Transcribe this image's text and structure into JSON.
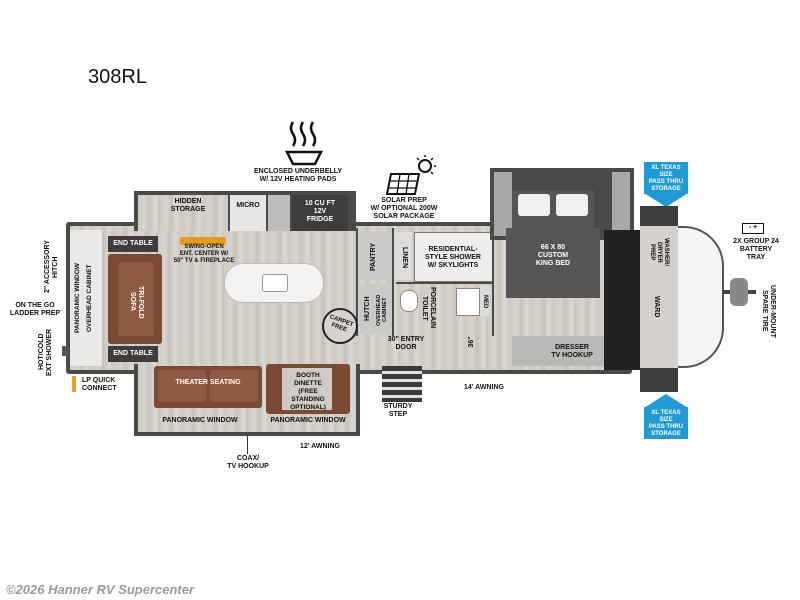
{
  "title": "308RL",
  "copyright": "©2026 Hanner RV Supercenter",
  "features": {
    "underbelly": "ENCLOSED UNDERBELLY\nW/ 12V HEATING PADS",
    "solar": "SOLAR PREP\nW/ OPTIONAL 200W\nSOLAR PACKAGE"
  },
  "rooms": {
    "hidden_storage": "HIDDEN\nSTORAGE",
    "micro": "MICRO",
    "fridge": "10 CU FT\n12V\nFRIDGE",
    "end_table_top": "END TABLE",
    "end_table_bottom": "END TABLE",
    "entertainment": "SWING-OPEN\nENT. CENTER W/\n50\" TV & FIREPLACE",
    "sofa": "TRI-FOLD\nSOFA",
    "panoramic_window_left": "PANORAMIC WINDOW",
    "overhead_cabinet_left": "OVERHEAD CABINET",
    "theater_seating": "THEATER SEATING",
    "booth_dinette": "BOOTH\nDINETTE\n(FREE\nSTANDING\nOPTIONAL)",
    "panoramic_window_bottom_1": "PANORAMIC WINDOW",
    "panoramic_window_bottom_2": "PANORAMIC WINDOW",
    "pantry": "PANTRY",
    "hutch": "HUTCH",
    "overhead_cabinet_mid": "OVERHEAD\nCABINET",
    "carpet_free": "CARPET\nFREE",
    "linen": "LINEN",
    "shower": "RESIDENTIAL-\nSTYLE SHOWER\nW/ SKYLIGHTS",
    "porcelain_toilet": "PORCELAIN\nTOILET",
    "med": "MED",
    "entry_door": "30\" ENTRY\nDOOR",
    "entry_36": "36\"",
    "sturdy_step": "STURDY\nSTEP",
    "bed": "66 X 80\nCUSTOM\nKING BED",
    "dresser": "DRESSER\nTV HOOKUP",
    "washer_dryer": "WASHER/\nDRYER\nPREP",
    "ward": "WARD"
  },
  "exterior": {
    "accessory_hitch": "2\" ACCESSORY\nHITCH",
    "ladder_prep": "ON THE GO\nLADDER PREP",
    "ext_shower": "HOT/COLD\nEXT SHOWER",
    "lp_connect": "LP QUICK\nCONNECT",
    "coax": "COAX/\nTV HOOKUP",
    "awning_12": "12' AWNING",
    "awning_14": "14' AWNING",
    "battery_tray": "2X GROUP 24\nBATTERY\nTRAY",
    "spare_tire": "UNDER-MOUNT\nSPARE TIRE",
    "battery_symbol": "- +"
  },
  "callouts": {
    "storage_top": "XL TEXAS SIZE\nPASS THRU\nSTORAGE",
    "storage_bottom": "XL TEXAS SIZE\nPASS THRU\nSTORAGE"
  },
  "colors": {
    "callout": "#1e9bd7",
    "wall": "#4a4a4a",
    "sofa": "#7a4a35",
    "bed": "#555555",
    "fireplace": "#e89a1c",
    "lp_marker": "#e8a11c"
  }
}
